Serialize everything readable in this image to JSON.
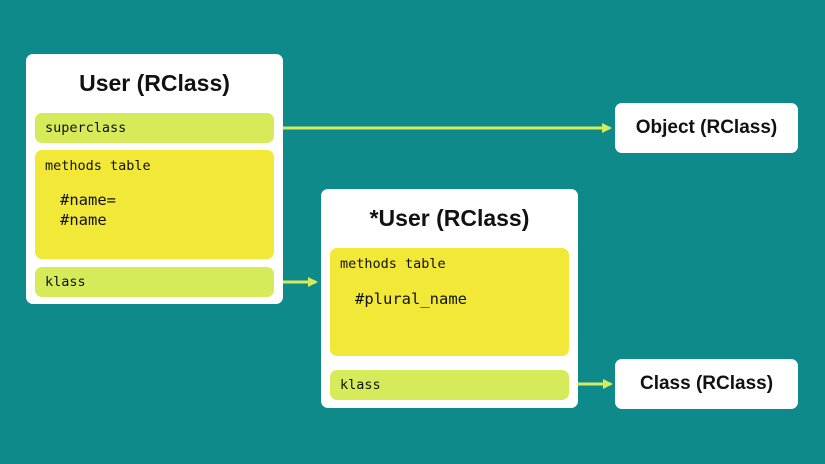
{
  "user_box": {
    "title": "User (RClass)",
    "superclass_label": "superclass",
    "methods_label": "methods table",
    "methods": [
      "#name=",
      "#name"
    ],
    "klass_label": "klass"
  },
  "singleton_box": {
    "title": "*User (RClass)",
    "methods_label": "methods table",
    "methods": [
      "#plural_name"
    ],
    "klass_label": "klass"
  },
  "object_box": {
    "title": "Object (RClass)"
  },
  "class_box": {
    "title": "Class (RClass)"
  },
  "colors": {
    "background": "#0e8a8a",
    "box": "#ffffff",
    "pointer_field": "#d7ea5a",
    "methods_field": "#f2e838",
    "arrow": "#d7ea5a"
  }
}
